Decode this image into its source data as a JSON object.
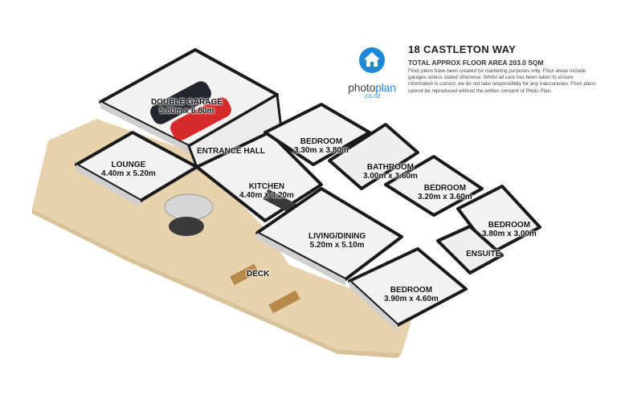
{
  "header": {
    "title": "18 CASTLETON WAY",
    "area": "TOTAL APPROX FLOOR AREA 203.0 SQM",
    "disclaimer": "Floor plans have been created for marketing purposes only. Floor areas include garages unless stated otherwise. Whilst all care has been taken to ensure information is correct, we do not take responsibility for any inaccuracies. Floor plans cannot be reproduced without the written consent of Photo Plan."
  },
  "logo": {
    "text_prefix": "photo",
    "text_brand": "plan",
    "subtext": ".co.nz",
    "icon": "house-icon",
    "color": "#1e88d6"
  },
  "rooms": {
    "garage": {
      "name": "DOUBLE GARAGE",
      "dims": "5.80m x 6.80m"
    },
    "lounge": {
      "name": "LOUNGE",
      "dims": "4.40m x 5.20m"
    },
    "entrance": {
      "name": "ENTRANCE HALL"
    },
    "kitchen": {
      "name": "KITCHEN",
      "dims": "4.40m x 4.20m"
    },
    "bedroom1": {
      "name": "BEDROOM",
      "dims": "3.30m x 3.80m"
    },
    "bathroom": {
      "name": "BATHROOM",
      "dims": "3.00m x 3.60m"
    },
    "bedroom2": {
      "name": "BEDROOM",
      "dims": "3.20m x 3.60m"
    },
    "bedroom3": {
      "name": "BEDROOM",
      "dims": "3.80m x 3.00m"
    },
    "living": {
      "name": "LIVING/DINING",
      "dims": "5.20m x 5.10m"
    },
    "ensuite": {
      "name": "ENSUITE"
    },
    "bedroom4": {
      "name": "BEDROOM",
      "dims": "3.90m x 4.60m"
    },
    "deck": {
      "name": "DECK"
    }
  },
  "colors": {
    "deck": "#e7d2ad",
    "floor": "#f2f2f2",
    "wall": "#1a1a1a",
    "accent": "#1e88d6"
  }
}
